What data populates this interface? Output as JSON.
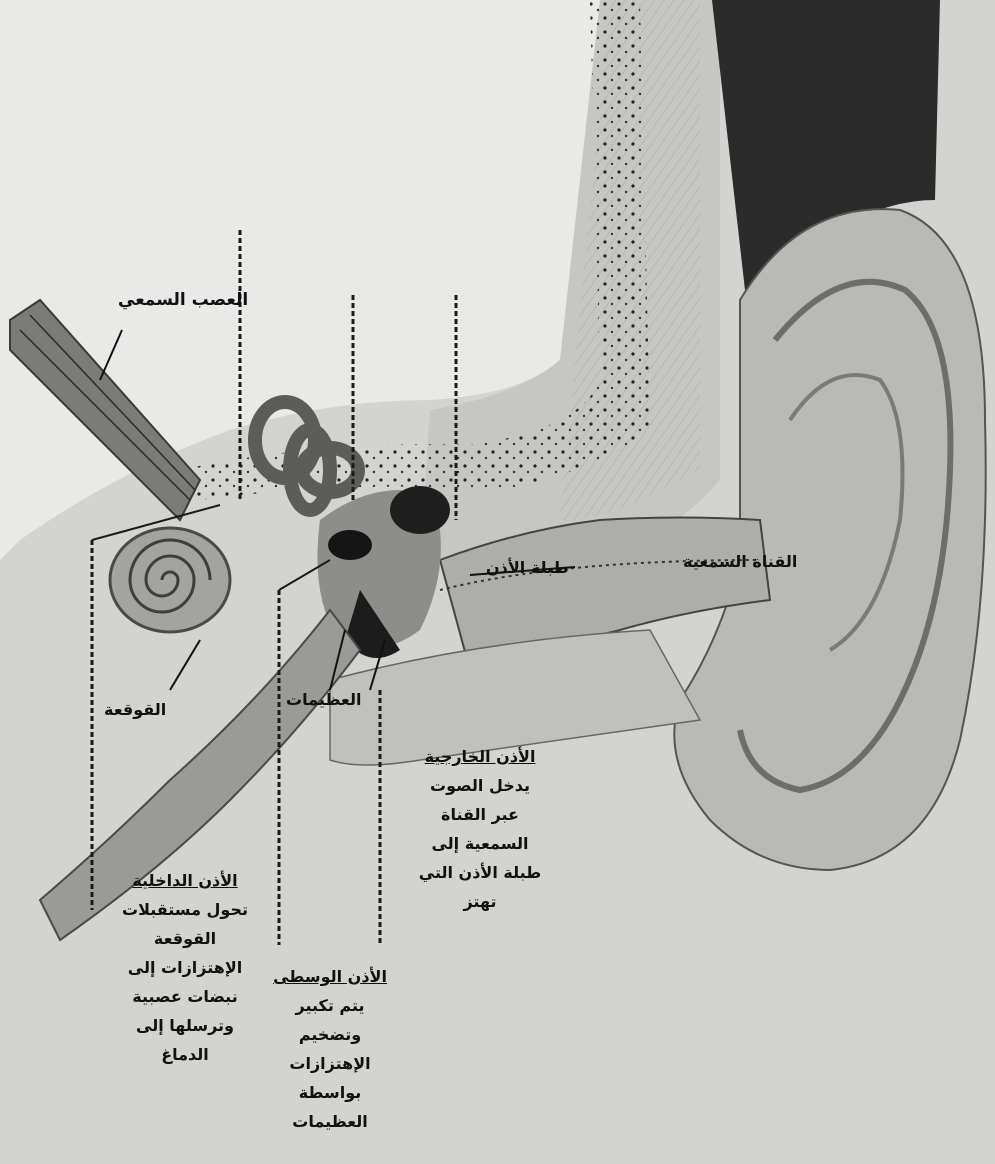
{
  "labels": {
    "auditory_nerve": "العصب السمعي",
    "ear_canal": "القناة السمعية",
    "eardrum": "طبلة الأذن",
    "cochlea": "القوقعة",
    "ossicles": "العظيمات"
  },
  "outer_ear": {
    "title": "الأذن الخارجية",
    "lines": [
      "يدخل الصوت",
      "عبر القناة",
      "السمعية إلى",
      "طبلة الأذن التي",
      "تهتز"
    ]
  },
  "middle_ear": {
    "title": "الأذن الوسطى",
    "lines": [
      "يتم تكبير",
      "وتضخيم",
      "الإهتزازات",
      "بواسطة",
      "العظيمات"
    ]
  },
  "inner_ear": {
    "title": "الأذن الداخلية",
    "lines": [
      "تحول مستقبلات",
      "القوقعة",
      "الإهتزازات إلى",
      "نبضات عصبية",
      "وترسلها إلى",
      "الدماغ"
    ]
  }
}
